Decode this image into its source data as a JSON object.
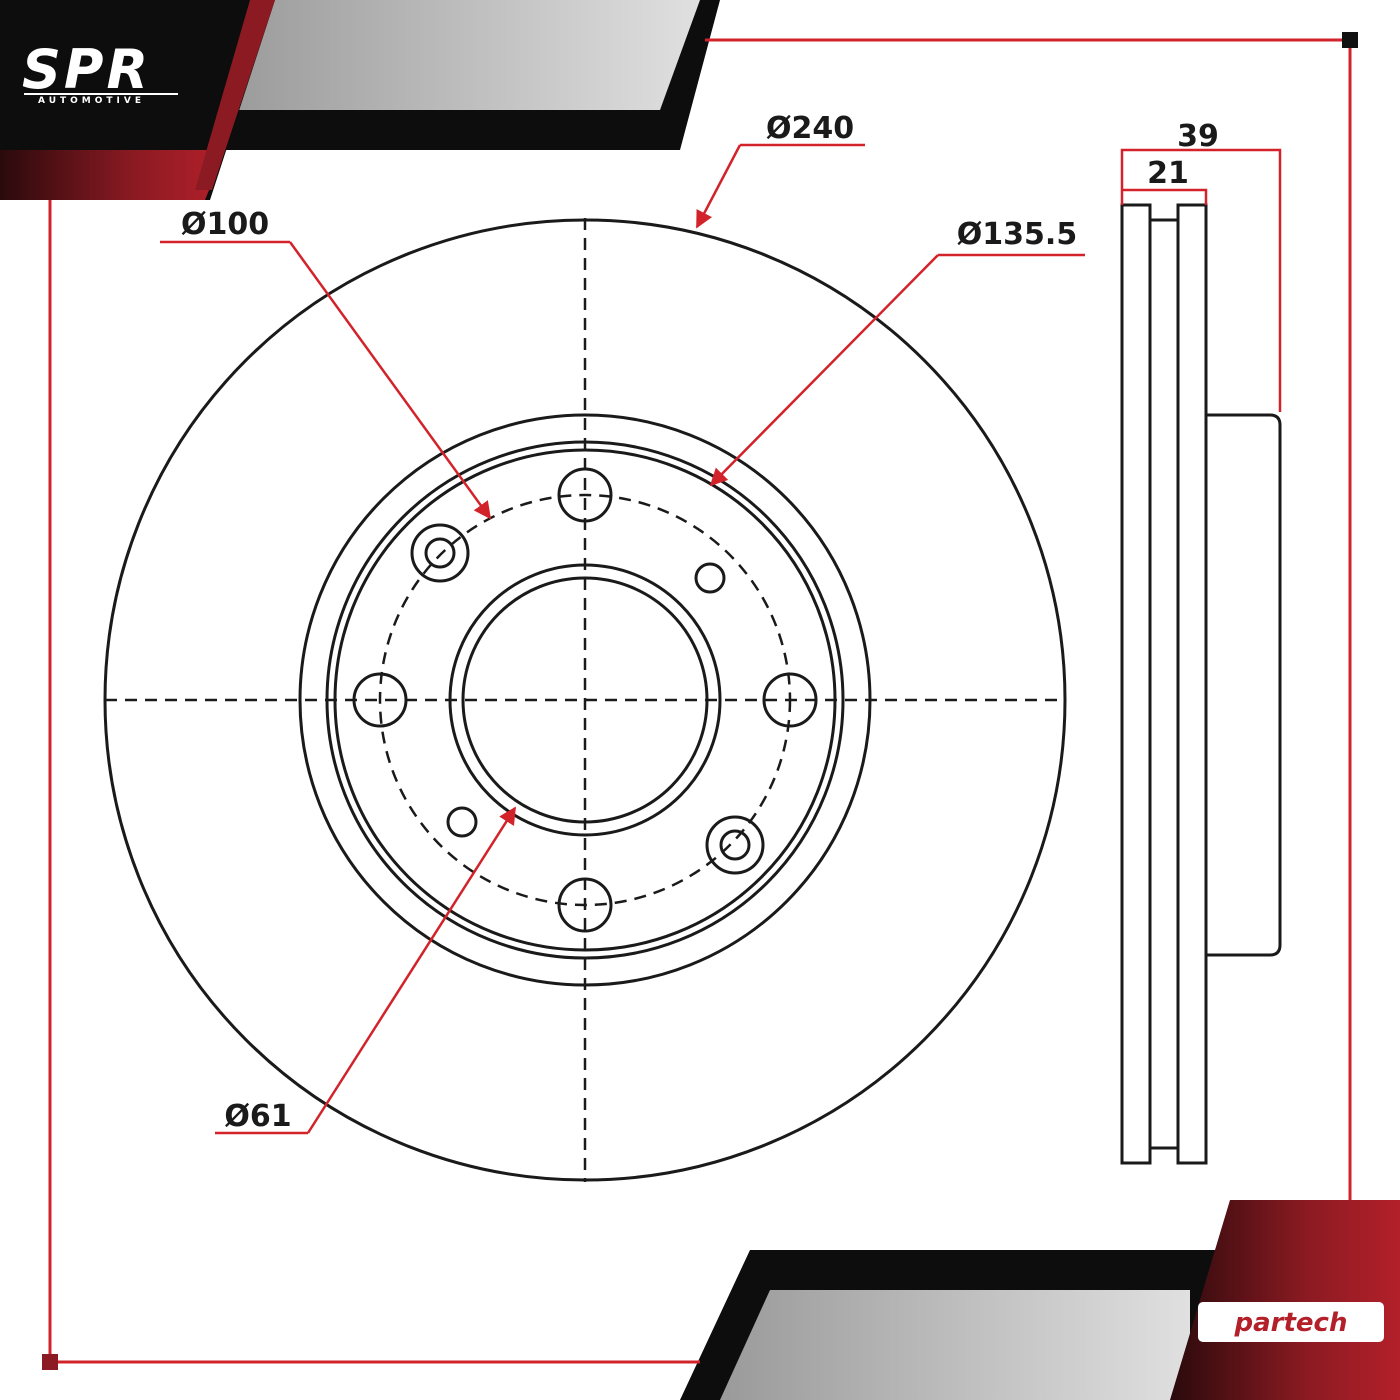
{
  "brand": {
    "logo_main": "SPR",
    "logo_sub": "AUTOMOTIVE",
    "partner_logo": "partech"
  },
  "colors": {
    "accent": "#d2232a",
    "line": "#1a1a1a",
    "banner_dark": "#0d0d0d",
    "banner_grey": "#c8c8c8",
    "banner_red": "#8c1a22"
  },
  "dimensions": {
    "outer_diameter": "Ø240",
    "bolt_circle_diameter": "Ø100",
    "hat_diameter": "Ø135.5",
    "center_bore_diameter": "Ø61",
    "total_height": "39",
    "disc_thickness": "21"
  }
}
